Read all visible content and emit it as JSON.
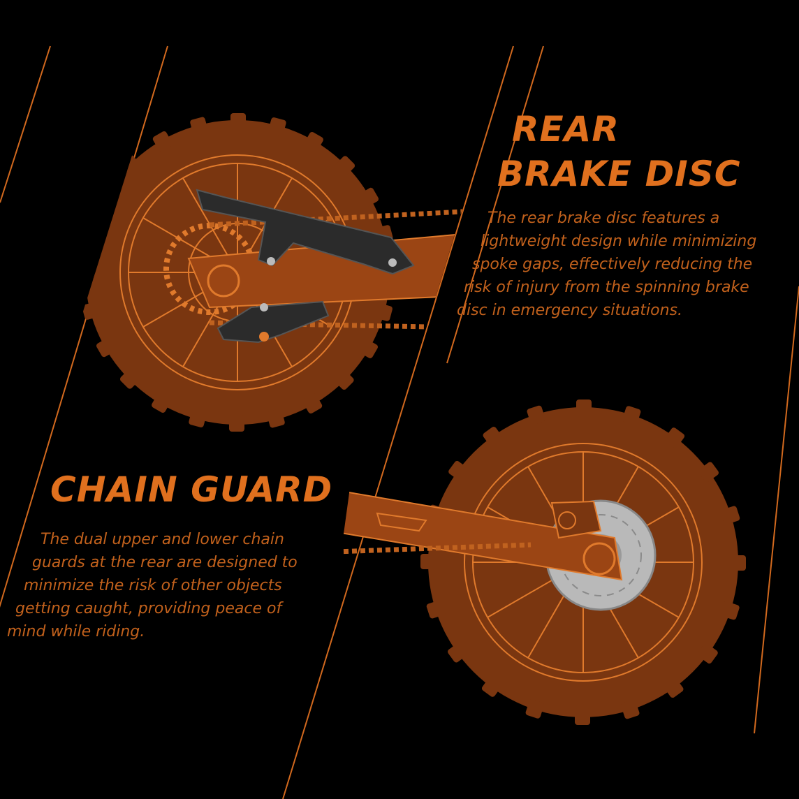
{
  "colors": {
    "background": "#000000",
    "accent": "#e0701e",
    "wheel_fill": "#7a3610",
    "line_art": "#e07a2c",
    "chain_guard": "#2b2b2b",
    "disc": "#b9b9b9"
  },
  "rear_brake": {
    "heading_line1": "REAR",
    "heading_line2": "BRAKE DISC",
    "description": [
      "The rear brake disc features a",
      "lightweight design while minimizing",
      "spoke gaps, effectively reducing the",
      "risk of injury from the spinning brake",
      "disc in emergency situations."
    ]
  },
  "chain_guard": {
    "heading": "CHAIN GUARD",
    "description": [
      "The dual upper and lower chain",
      "guards at the rear are designed to",
      "minimize the risk of other objects",
      "getting caught, providing peace of",
      "mind while riding."
    ]
  },
  "images": {
    "chain_guard_wheel": "wheel-with-chain-guard-icon",
    "brake_disc_wheel": "wheel-with-brake-disc-icon"
  }
}
